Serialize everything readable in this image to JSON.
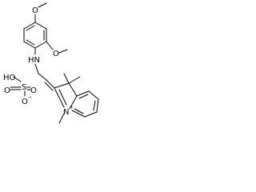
{
  "atoms": {
    "o_top": "O",
    "o_right": "O",
    "nh": "HN",
    "ho": "HO",
    "s": "S",
    "o_s_left": "O",
    "o_s_right": "O",
    "o_minus": "O",
    "minus": "−",
    "n_plus": "N",
    "plus": "+"
  }
}
